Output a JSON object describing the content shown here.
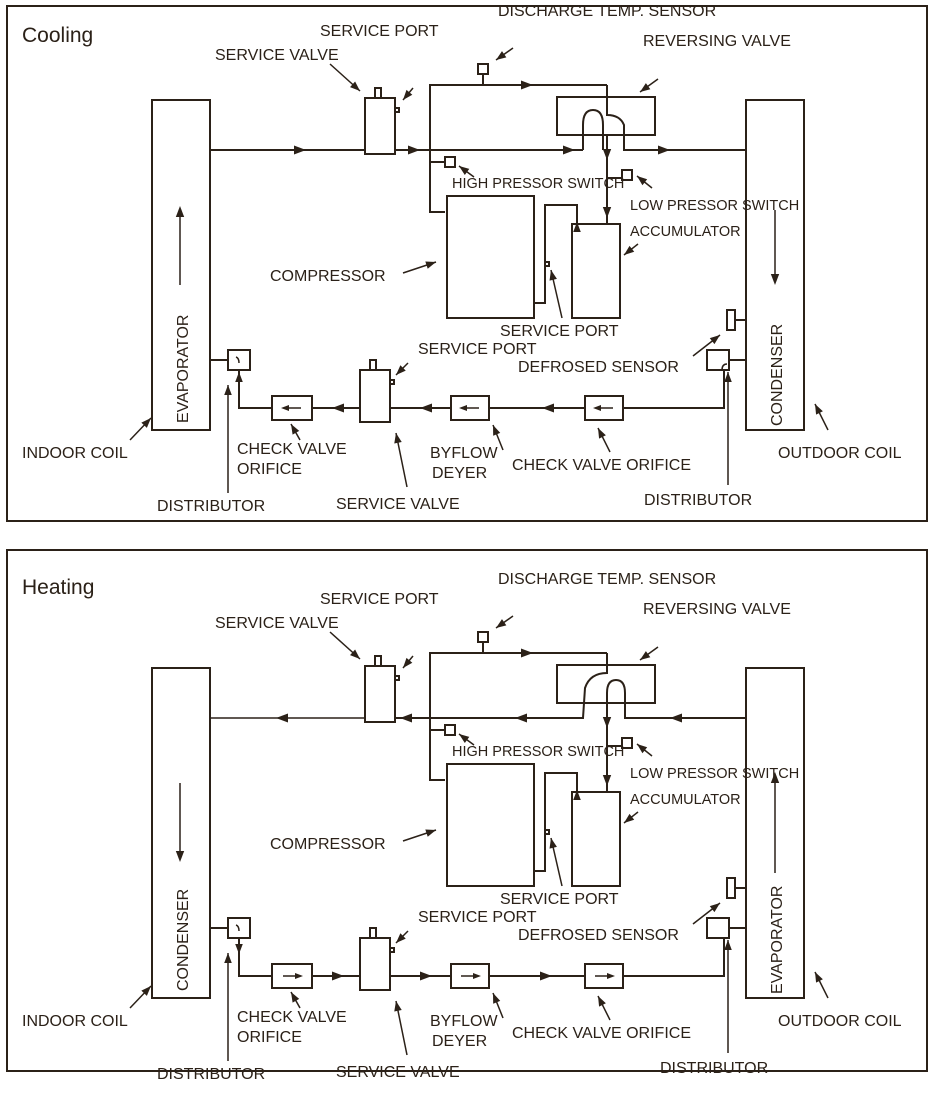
{
  "panels": [
    {
      "id": "cooling",
      "title": "Cooling",
      "labels": {
        "service_port_top": "SERVICE PORT",
        "service_valve_top": "SERVICE VALVE",
        "discharge_temp_sensor": "DISCHARGE TEMP. SENSOR",
        "reversing_valve": "REVERSING VALVE",
        "high_pressor_switch": "HIGH PRESSOR SWITCH",
        "low_pressor_switch": "LOW PRESSOR SWITCH",
        "accumulator": "ACCUMULATOR",
        "compressor": "COMPRESSOR",
        "service_port_mid": "SERVICE PORT",
        "service_port_low": "SERVICE PORT",
        "defrosed_sensor": "DEFROSED SENSOR",
        "left_coil_text": "EVAPORATOR",
        "right_coil_text": "CONDENSER",
        "indoor_coil": "INDOOR COIL",
        "outdoor_coil": "OUTDOOR COIL",
        "check_valve_orifice_left_1": "CHECK VALVE",
        "check_valve_orifice_left_2": "ORIFICE",
        "byflow_deyer_1": "BYFLOW",
        "byflow_deyer_2": "DEYER",
        "check_valve_orifice_right": "CHECK VALVE ORIFICE",
        "distributor_left": "DISTRIBUTOR",
        "service_valve_bottom": "SERVICE VALVE",
        "distributor_right": "DISTRIBUTOR"
      },
      "flow_direction": "indoor-to-outdoor-on-top, outdoor-to-indoor-on-bottom",
      "valve_arrow": "←"
    },
    {
      "id": "heating",
      "title": "Heating",
      "labels": {
        "service_port_top": "SERVICE PORT",
        "service_valve_top": "SERVICE VALVE",
        "discharge_temp_sensor": "DISCHARGE TEMP. SENSOR",
        "reversing_valve": "REVERSING VALVE",
        "high_pressor_switch": "HIGH PRESSOR SWITCH",
        "low_pressor_switch": "LOW PRESSOR SWITCH",
        "accumulator": "ACCUMULATOR",
        "compressor": "COMPRESSOR",
        "service_port_mid": "SERVICE PORT",
        "service_port_low": "SERVICE PORT",
        "defrosed_sensor": "DEFROSED SENSOR",
        "left_coil_text": "CONDENSER",
        "right_coil_text": "EVAPORATOR",
        "indoor_coil": "INDOOR COIL",
        "outdoor_coil": "OUTDOOR COIL",
        "check_valve_orifice_left_1": "CHECK VALVE",
        "check_valve_orifice_left_2": "ORIFICE",
        "byflow_deyer_1": "BYFLOW",
        "byflow_deyer_2": "DEYER",
        "check_valve_orifice_right": "CHECK VALVE ORIFICE",
        "distributor_left": "DISTRIBUTOR",
        "service_valve_bottom": "SERVICE VALVE",
        "distributor_right": "DISTRIBUTOR"
      },
      "flow_direction": "outdoor-to-indoor-on-top, indoor-to-outdoor-on-bottom",
      "valve_arrow": "→"
    }
  ]
}
